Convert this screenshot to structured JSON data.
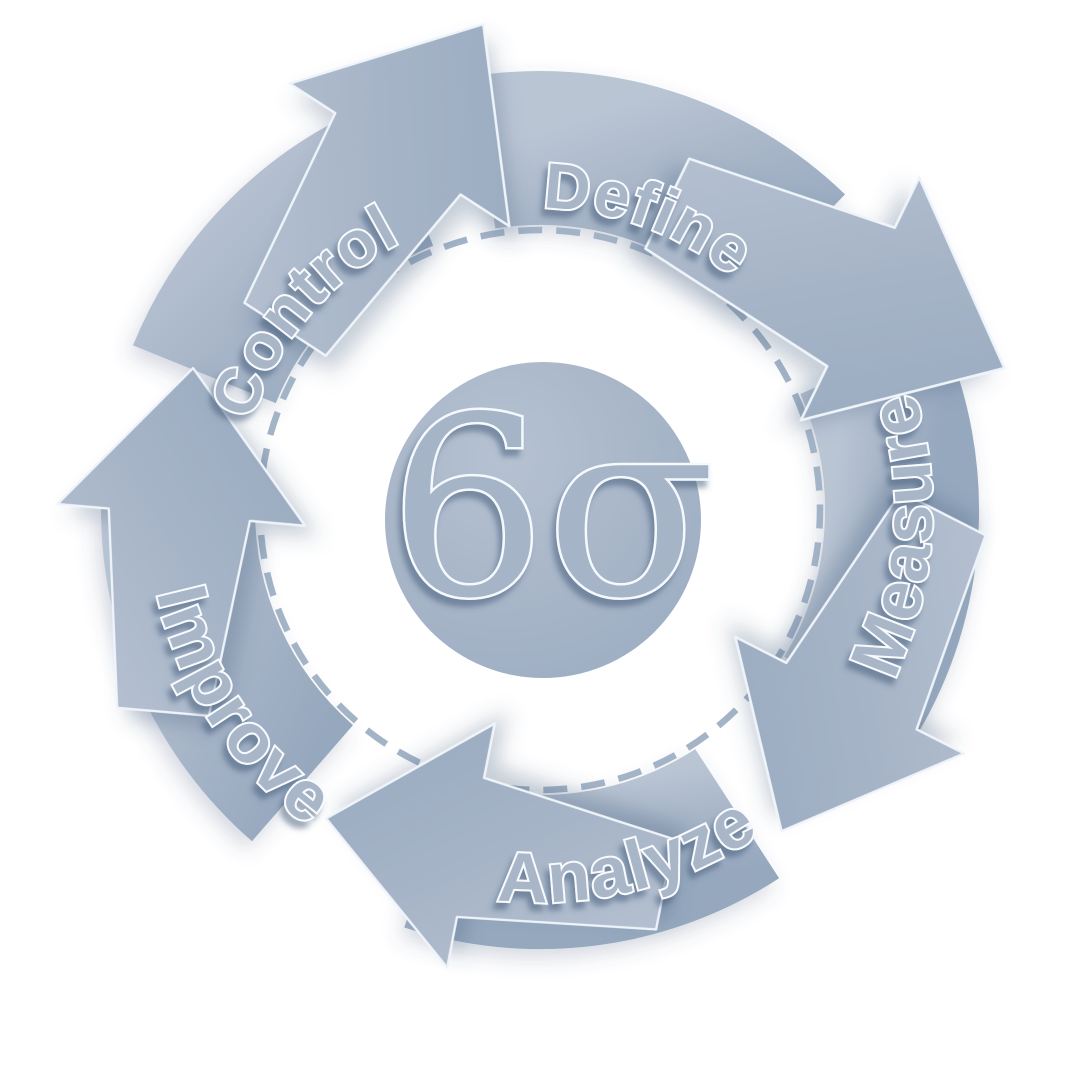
{
  "diagram": {
    "center_symbol": "6σ",
    "flow_direction": "clockwise",
    "phases": [
      {
        "id": "define",
        "label": "Define"
      },
      {
        "id": "measure",
        "label": "Measure"
      },
      {
        "id": "analyze",
        "label": "Analyze"
      },
      {
        "id": "improve",
        "label": "Improve"
      },
      {
        "id": "control",
        "label": "Control"
      }
    ],
    "colors": {
      "ring_base": "#a6b4c7",
      "ring_light": "#bac5d4",
      "ring_dark": "#96a8be",
      "edge_highlight": "#eef4fa",
      "text_fill": "#a9b6c8",
      "text_outline": "#f8fbfe",
      "shadow": "#41587a",
      "background": "#ffffff"
    }
  }
}
